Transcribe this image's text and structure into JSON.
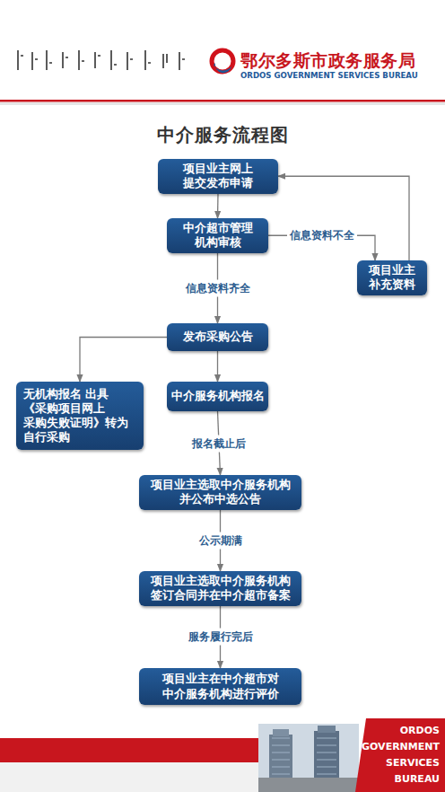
{
  "diagram": {
    "title": "中介服务流程图",
    "nodes": [
      {
        "text": [
          "项目业主网上 提交发布申请"
        ]
      },
      {
        "text": [
          "中介超市管理 机构审核"
        ]
      },
      {
        "text": [
          "项目业主 补充资料"
        ]
      },
      {
        "text": [
          "发布采购公告"
        ]
      },
      {
        "text": [
          "无机构报名 出具《采购项目网上 采购失败证明》转为 自行采购"
        ]
      },
      {
        "text": [
          "中介服务机构报名"
        ]
      },
      {
        "text": [
          "项目业主选取中介服务机构 并公布中选公告"
        ]
      },
      {
        "text": [
          "项目业主选取中介服务机构 签订合同并在中介超市备案"
        ]
      },
      {
        "text": [
          "项目业主在中介超市对 中介服务机构进行评价"
        ]
      }
    ],
    "edges": [
      {
        "from": 0,
        "to": 1,
        "arrow": "to"
      },
      {
        "from": 1,
        "to": 2,
        "label": "信息资料不全",
        "arrow": "to"
      },
      {
        "from": 2,
        "to": 0,
        "arrow": "to"
      },
      {
        "from": 1,
        "to": 3,
        "label": "信息资料齐全",
        "arrow": "to"
      },
      {
        "from": 3,
        "to": 4,
        "arrow": "to"
      },
      {
        "from": 3,
        "to": 5,
        "arrow": "to"
      },
      {
        "from": 5,
        "to": 6,
        "label": "报名截止后",
        "arrow": "to"
      },
      {
        "from": 6,
        "to": 7,
        "label": "公示期满",
        "arrow": "to"
      },
      {
        "from": 7,
        "to": 8,
        "label": "服务履行完后",
        "arrow": "to"
      }
    ],
    "labels": [
      "鄂尔多斯市政务服务局",
      "ORDOS GOVERNMENT SERVICES BUREAU",
      "ORDOS",
      "GOVERNMENT",
      "SERVICES",
      "BUREAU"
    ]
  }
}
